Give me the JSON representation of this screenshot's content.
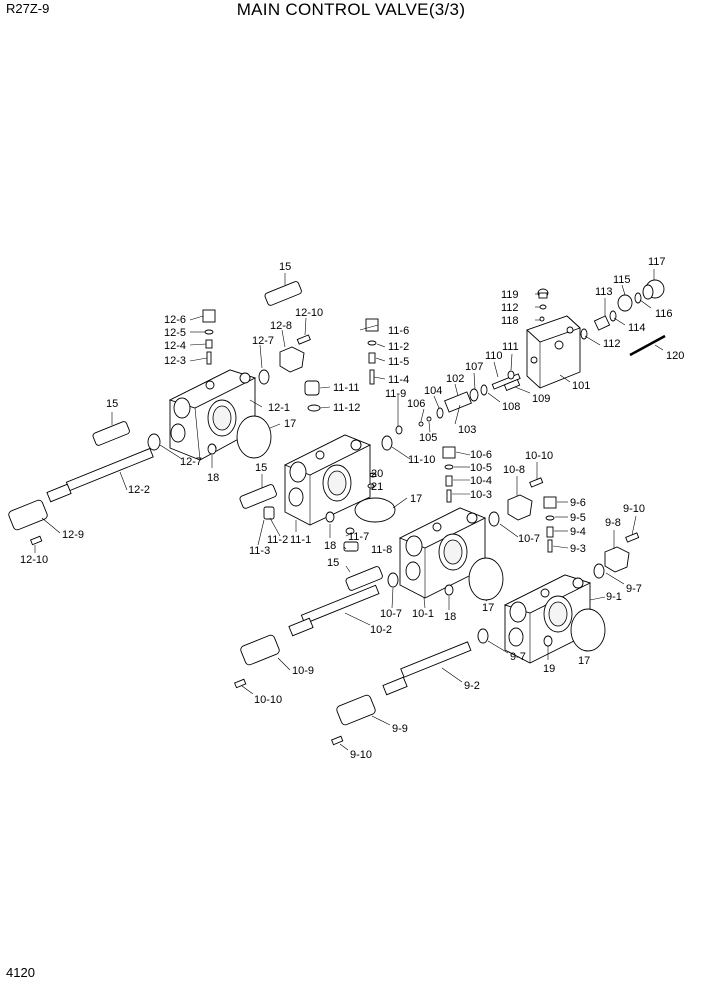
{
  "header": {
    "model_code": "R27Z-9",
    "title": "MAIN CONTROL VALVE(3/3)"
  },
  "footer": {
    "page_number": "4120"
  },
  "labels": [
    {
      "id": "117",
      "text": "117"
    },
    {
      "id": "115",
      "text": "115"
    },
    {
      "id": "113",
      "text": "113"
    },
    {
      "id": "116",
      "text": "116"
    },
    {
      "id": "114",
      "text": "114"
    },
    {
      "id": "112b",
      "text": "112"
    },
    {
      "id": "120",
      "text": "120"
    },
    {
      "id": "119",
      "text": "119"
    },
    {
      "id": "112a",
      "text": "112"
    },
    {
      "id": "118",
      "text": "118"
    },
    {
      "id": "111",
      "text": "111"
    },
    {
      "id": "110",
      "text": "110"
    },
    {
      "id": "107",
      "text": "107"
    },
    {
      "id": "102",
      "text": "102"
    },
    {
      "id": "104",
      "text": "104"
    },
    {
      "id": "106",
      "text": "106"
    },
    {
      "id": "105",
      "text": "105"
    },
    {
      "id": "103",
      "text": "103"
    },
    {
      "id": "108",
      "text": "108"
    },
    {
      "id": "109",
      "text": "109"
    },
    {
      "id": "101",
      "text": "101"
    },
    {
      "id": "15a",
      "text": "15"
    },
    {
      "id": "12-10a",
      "text": "12-10"
    },
    {
      "id": "12-8",
      "text": "12-8"
    },
    {
      "id": "12-7a",
      "text": "12-7"
    },
    {
      "id": "12-6",
      "text": "12-6"
    },
    {
      "id": "12-5",
      "text": "12-5"
    },
    {
      "id": "12-4",
      "text": "12-4"
    },
    {
      "id": "12-3",
      "text": "12-3"
    },
    {
      "id": "12-1",
      "text": "12-1"
    },
    {
      "id": "17a",
      "text": "17"
    },
    {
      "id": "15b",
      "text": "15"
    },
    {
      "id": "12-7b",
      "text": "12-7"
    },
    {
      "id": "18a",
      "text": "18"
    },
    {
      "id": "12-2",
      "text": "12-2"
    },
    {
      "id": "12-9",
      "text": "12-9"
    },
    {
      "id": "12-10b",
      "text": "12-10"
    },
    {
      "id": "11-6",
      "text": "11-6"
    },
    {
      "id": "11-2",
      "text": "11-2"
    },
    {
      "id": "11-5",
      "text": "11-5"
    },
    {
      "id": "11-4",
      "text": "11-4"
    },
    {
      "id": "11-11",
      "text": "11-11"
    },
    {
      "id": "11-12",
      "text": "11-12"
    },
    {
      "id": "11-9",
      "text": "11-9"
    },
    {
      "id": "11-10",
      "text": "11-10"
    },
    {
      "id": "20",
      "text": "20"
    },
    {
      "id": "21",
      "text": "21"
    },
    {
      "id": "15c",
      "text": "15"
    },
    {
      "id": "17b",
      "text": "17"
    },
    {
      "id": "11-2b",
      "text": "11-2"
    },
    {
      "id": "11-1",
      "text": "11-1"
    },
    {
      "id": "11-3",
      "text": "11-3"
    },
    {
      "id": "18b",
      "text": "18"
    },
    {
      "id": "11-7",
      "text": "11-7"
    },
    {
      "id": "11-8",
      "text": "11-8"
    },
    {
      "id": "10-6",
      "text": "10-6"
    },
    {
      "id": "10-5",
      "text": "10-5"
    },
    {
      "id": "10-4",
      "text": "10-4"
    },
    {
      "id": "10-3",
      "text": "10-3"
    },
    {
      "id": "10-10a",
      "text": "10-10"
    },
    {
      "id": "10-8",
      "text": "10-8"
    },
    {
      "id": "10-7a",
      "text": "10-7"
    },
    {
      "id": "15d",
      "text": "15"
    },
    {
      "id": "10-7b",
      "text": "10-7"
    },
    {
      "id": "10-1",
      "text": "10-1"
    },
    {
      "id": "18c",
      "text": "18"
    },
    {
      "id": "17c",
      "text": "17"
    },
    {
      "id": "10-2",
      "text": "10-2"
    },
    {
      "id": "10-9",
      "text": "10-9"
    },
    {
      "id": "10-10b",
      "text": "10-10"
    },
    {
      "id": "9-6",
      "text": "9-6"
    },
    {
      "id": "9-5",
      "text": "9-5"
    },
    {
      "id": "9-4",
      "text": "9-4"
    },
    {
      "id": "9-3",
      "text": "9-3"
    },
    {
      "id": "9-10a",
      "text": "9-10"
    },
    {
      "id": "9-8",
      "text": "9-8"
    },
    {
      "id": "9-7a",
      "text": "9-7"
    },
    {
      "id": "9-1",
      "text": "9-1"
    },
    {
      "id": "17d",
      "text": "17"
    },
    {
      "id": "9-7b",
      "text": "9-7"
    },
    {
      "id": "19",
      "text": "19"
    },
    {
      "id": "9-2",
      "text": "9-2"
    },
    {
      "id": "9-9",
      "text": "9-9"
    },
    {
      "id": "9-10b",
      "text": "9-10"
    }
  ]
}
